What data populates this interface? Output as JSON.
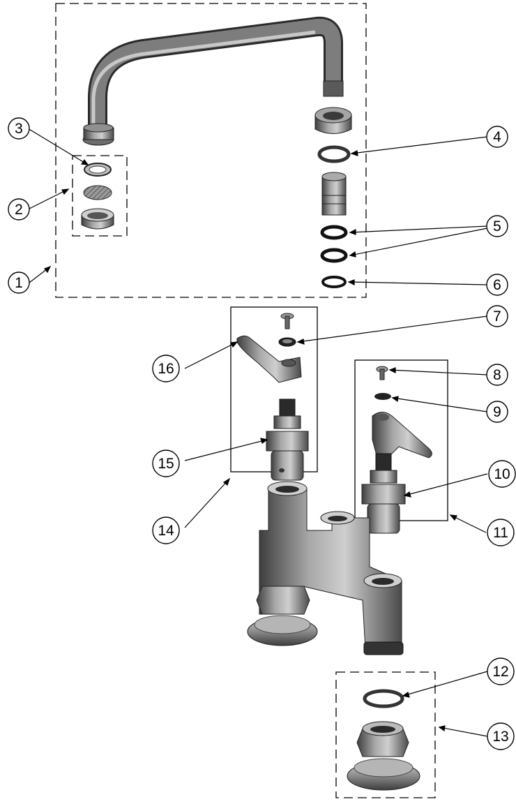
{
  "diagram": {
    "callouts": [
      {
        "id": "c1",
        "label": "1"
      },
      {
        "id": "c2",
        "label": "2"
      },
      {
        "id": "c3",
        "label": "3"
      },
      {
        "id": "c4",
        "label": "4"
      },
      {
        "id": "c5",
        "label": "5"
      },
      {
        "id": "c6",
        "label": "6"
      },
      {
        "id": "c7",
        "label": "7"
      },
      {
        "id": "c8",
        "label": "8"
      },
      {
        "id": "c9",
        "label": "9"
      },
      {
        "id": "c10",
        "label": "10"
      },
      {
        "id": "c11",
        "label": "11"
      },
      {
        "id": "c12",
        "label": "12"
      },
      {
        "id": "c13",
        "label": "13"
      },
      {
        "id": "c14",
        "label": "14"
      },
      {
        "id": "c15",
        "label": "15"
      },
      {
        "id": "c16",
        "label": "16"
      }
    ],
    "colors": {
      "line": "#000000",
      "metal": "#8a8a8a",
      "metal_dark": "#4a4a4a",
      "metal_light": "#d4d4d4"
    }
  }
}
